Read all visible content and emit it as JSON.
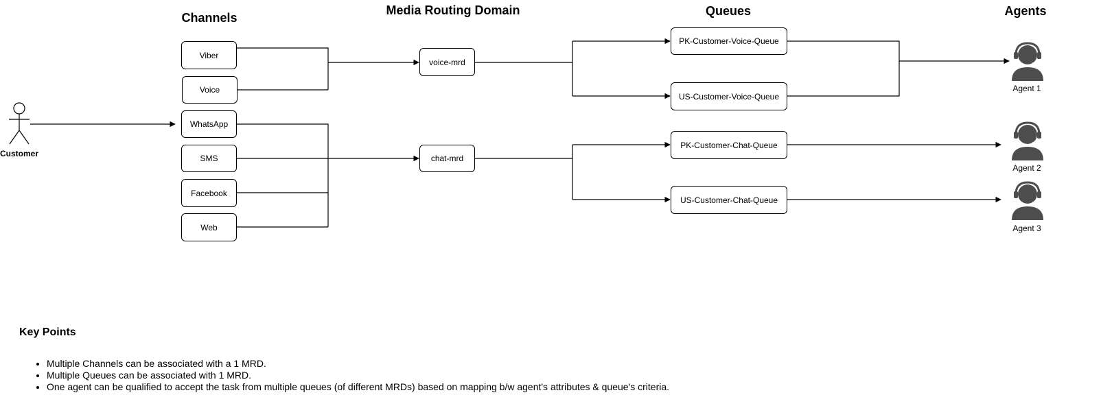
{
  "headings": {
    "channels": "Channels",
    "mrd": "Media Routing Domain",
    "queues": "Queues",
    "agents": "Agents"
  },
  "customer": {
    "label": "Customer"
  },
  "channels": [
    "Viber",
    "Voice",
    "WhatsApp",
    "SMS",
    "Facebook",
    "Web"
  ],
  "mrds": [
    "voice-mrd",
    "chat-mrd"
  ],
  "queues": [
    "PK-Customer-Voice-Queue",
    "US-Customer-Voice-Queue",
    "PK-Customer-Chat-Queue",
    "US-Customer-Chat-Queue"
  ],
  "agents": [
    "Agent 1",
    "Agent 2",
    "Agent 3"
  ],
  "key_points": {
    "title": "Key Points",
    "items": [
      "Multiple Channels can be associated with a 1 MRD.",
      "Multiple Queues can be associated with 1 MRD.",
      "One agent can be qualified to accept the task from multiple queues (of different MRDs) based on mapping b/w agent's attributes & queue's criteria."
    ]
  }
}
